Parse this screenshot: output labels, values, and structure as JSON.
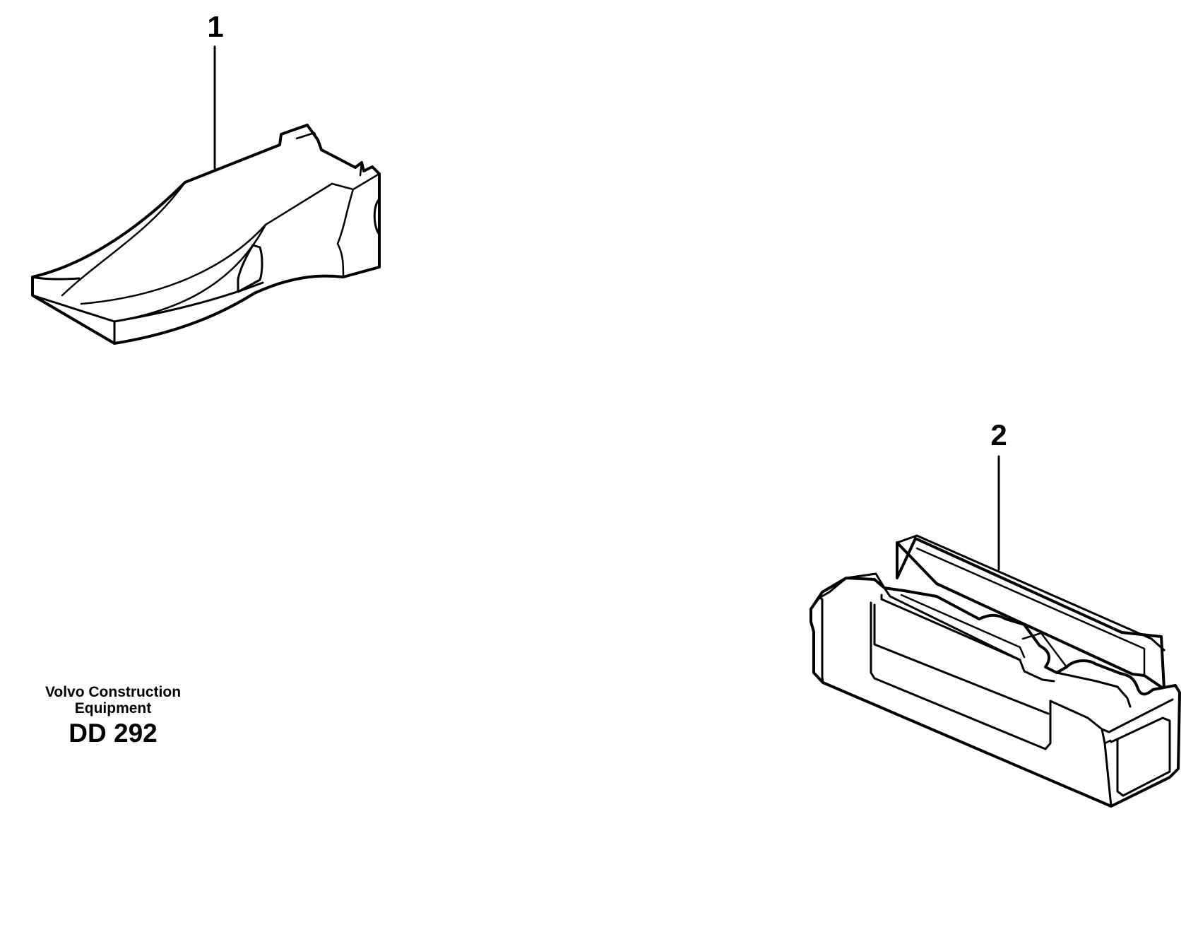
{
  "diagram": {
    "parts": [
      {
        "callout": "1",
        "icon": "bucket-tooth-icon"
      },
      {
        "callout": "2",
        "icon": "tooth-adapter-icon"
      }
    ]
  },
  "footer": {
    "brand_line1": "Volvo Construction",
    "brand_line2": "Equipment",
    "code": "DD 292"
  },
  "colors": {
    "ink": "#000000",
    "paper": "#ffffff"
  }
}
